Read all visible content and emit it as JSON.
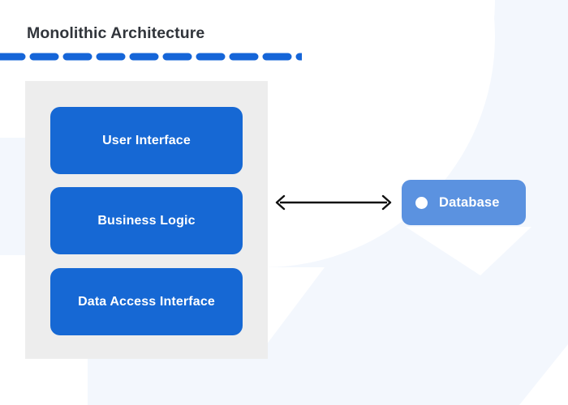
{
  "diagram": {
    "title": "Monolithic Architecture",
    "title_color": "#31353b",
    "divider": {
      "name": "dashed-divider",
      "color": "#1565d8",
      "style": "dashed"
    },
    "monolith": {
      "container_color": "#ededed",
      "layers": [
        {
          "label": "User Interface",
          "color": "#1668d4"
        },
        {
          "label": "Business Logic",
          "color": "#1668d4"
        },
        {
          "label": "Data Access Interface",
          "color": "#1668d4"
        }
      ]
    },
    "connector": {
      "name": "bidirectional-arrow",
      "direction": "both",
      "color": "#111111"
    },
    "database": {
      "label": "Database",
      "color": "#5b92e0",
      "bullet_color": "#ffffff"
    },
    "background": {
      "base_color": "#ffffff",
      "accent_color": "#f3f7fd",
      "accent_color_alt": "#eff4fc"
    }
  }
}
